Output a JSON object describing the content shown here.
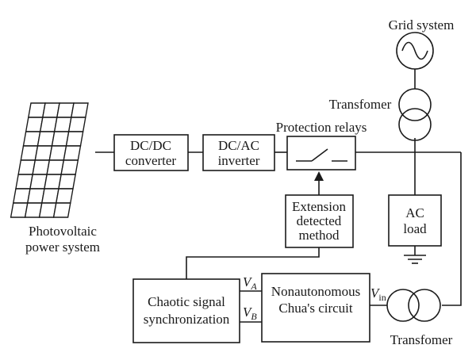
{
  "grid_system": "Grid system",
  "transformer_top": "Transfomer",
  "protection_relays": "Protection relays",
  "photovoltaic": {
    "line1": "Photovoltaic",
    "line2": "power system"
  },
  "dcdc": {
    "line1": "DC/DC",
    "line2": "converter"
  },
  "dcac": {
    "line1": "DC/AC",
    "line2": "inverter"
  },
  "extension": {
    "line1": "Extension",
    "line2": "detected",
    "line3": "method"
  },
  "ac_load": {
    "line1": "AC",
    "line2": "load"
  },
  "chaotic": {
    "line1": "Chaotic signal",
    "line2": "synchronization"
  },
  "chua": {
    "line1": "Nonautonomous",
    "line2": "Chua's circuit"
  },
  "va": {
    "main": "V",
    "sub": "A"
  },
  "vb": {
    "main": "V",
    "sub": "B"
  },
  "vin": {
    "main": "V",
    "sub": "in"
  },
  "transformer_bottom": "Transfomer"
}
